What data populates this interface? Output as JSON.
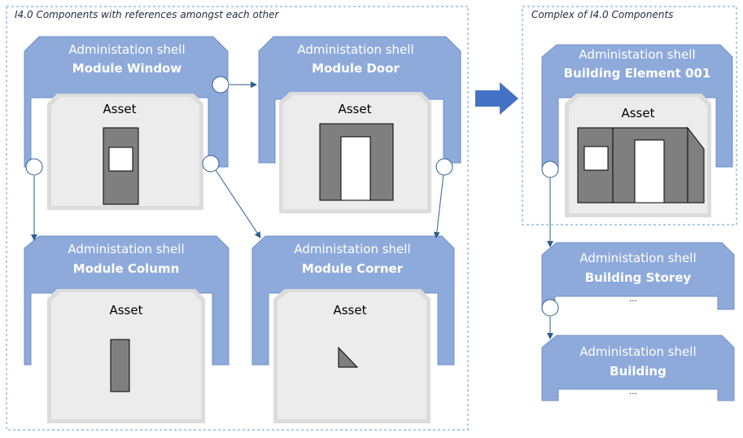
{
  "regions": {
    "left_title": "I4.0 Components with references  amongst each other",
    "right_title": "Complex of  I4.0 Components"
  },
  "common": {
    "shell_label": "Administation shell",
    "asset_label": "Asset",
    "ellipsis": "..."
  },
  "modules": {
    "window": {
      "name": "Module Window"
    },
    "door": {
      "name": "Module Door"
    },
    "column": {
      "name": "Module Column"
    },
    "corner": {
      "name": "Module Corner"
    },
    "building_element": {
      "name": "Building Element 001"
    },
    "storey": {
      "name": "Building Storey"
    },
    "building": {
      "name": "Building"
    }
  },
  "colors": {
    "shell_fill": "#8eaadb",
    "shell_stroke": "#6f8fc7",
    "asset_outer": "#dcdcdc",
    "asset_inner": "#ececec",
    "connector": "#2e5e8c",
    "frame_border": "#5b9bd5",
    "arrow_fill": "#4472c4",
    "asset_gray": "#7f7f7f"
  }
}
